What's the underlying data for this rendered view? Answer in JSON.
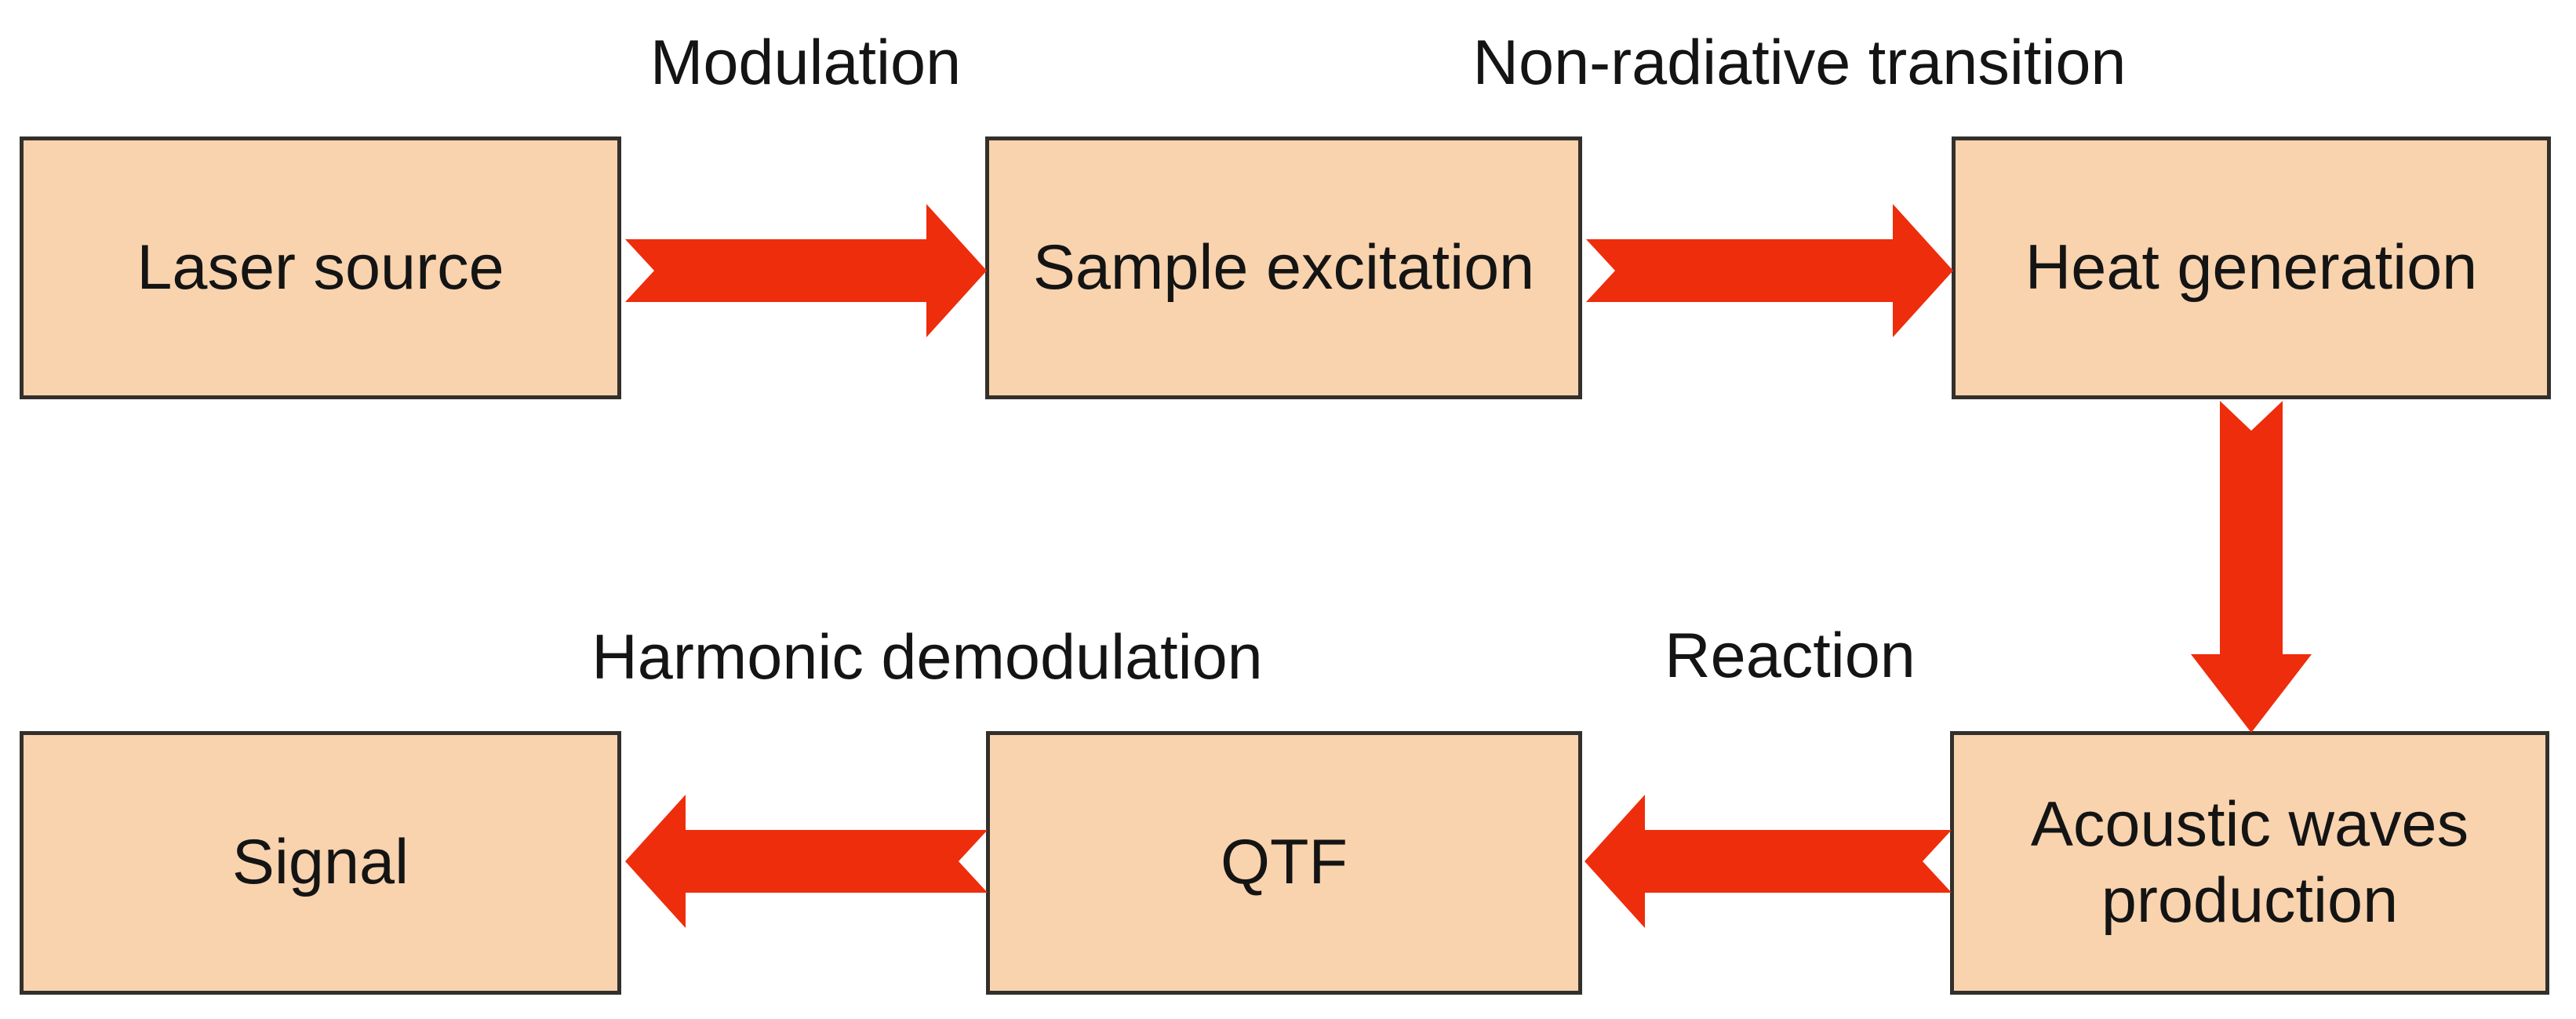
{
  "diagram": {
    "colors": {
      "background": "#ffffff",
      "box_fill": "#f8d3ae",
      "box_border": "#33302b",
      "arrow": "#ee2d0c",
      "text": "#141414"
    },
    "boxes": [
      {
        "label": "Laser source"
      },
      {
        "label": "Sample excitation"
      },
      {
        "label": "Heat generation"
      },
      {
        "label": "Signal"
      },
      {
        "label": "QTF"
      },
      {
        "label": "Acoustic waves production"
      }
    ],
    "edges": [
      {
        "from": "Laser source",
        "to": "Sample excitation",
        "label": "Modulation",
        "direction": "right"
      },
      {
        "from": "Sample excitation",
        "to": "Heat generation",
        "label": "Non-radiative transition",
        "direction": "right"
      },
      {
        "from": "Heat generation",
        "to": "Acoustic waves production",
        "label": "",
        "direction": "down"
      },
      {
        "from": "Acoustic waves production",
        "to": "QTF",
        "label": "Reaction",
        "direction": "left"
      },
      {
        "from": "QTF",
        "to": "Signal",
        "label": "Harmonic demodulation",
        "direction": "left"
      }
    ]
  }
}
